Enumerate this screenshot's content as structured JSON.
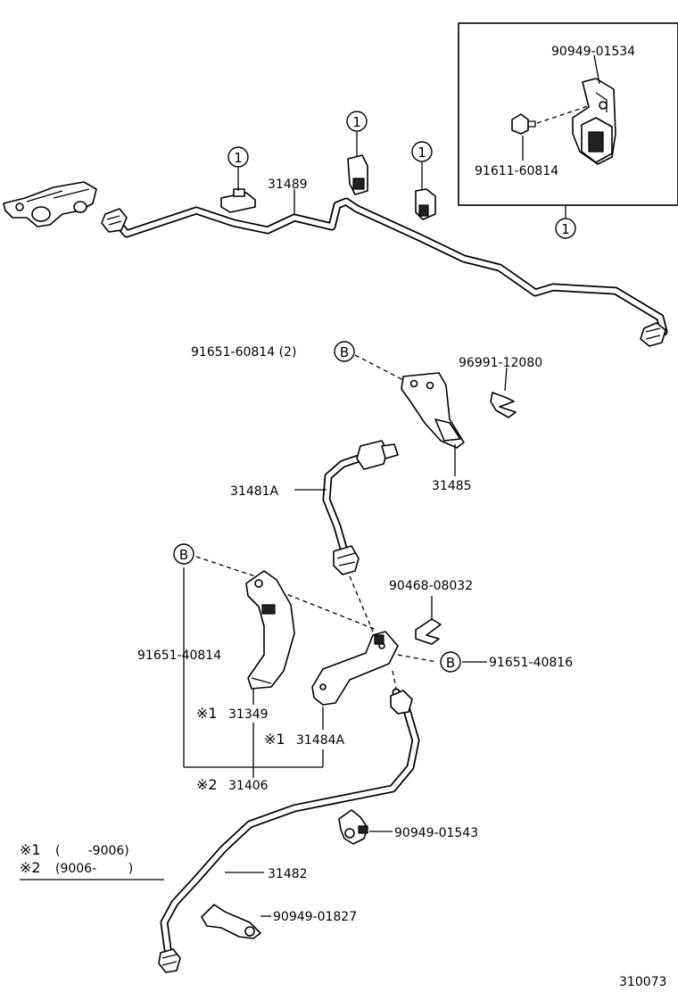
{
  "callouts": {
    "ref_1": "1",
    "ref_b": "B"
  },
  "labels": {
    "part_31489": "31489",
    "part_90949_01534": "90949-01534",
    "part_91611_60814": "91611-60814",
    "part_91651_60814": "91651-60814 (2)",
    "part_96991_12080": "96991-12080",
    "part_31485": "31485",
    "part_31481a": "31481A",
    "part_90468_08032": "90468-08032",
    "part_91651_40814": "91651-40814",
    "part_91651_40816": "91651-40816",
    "part_31349": "31349",
    "part_31484a": "31484A",
    "part_31406": "31406",
    "part_90949_01543": "90949-01543",
    "part_31482": "31482",
    "part_90949_01827": "90949-01827",
    "diagram_number": "310073"
  },
  "notes": {
    "mark1": "※1",
    "mark2": "※2",
    "legend_line1_range": "(       -9006)",
    "legend_line2_range": "(9006-        )"
  }
}
